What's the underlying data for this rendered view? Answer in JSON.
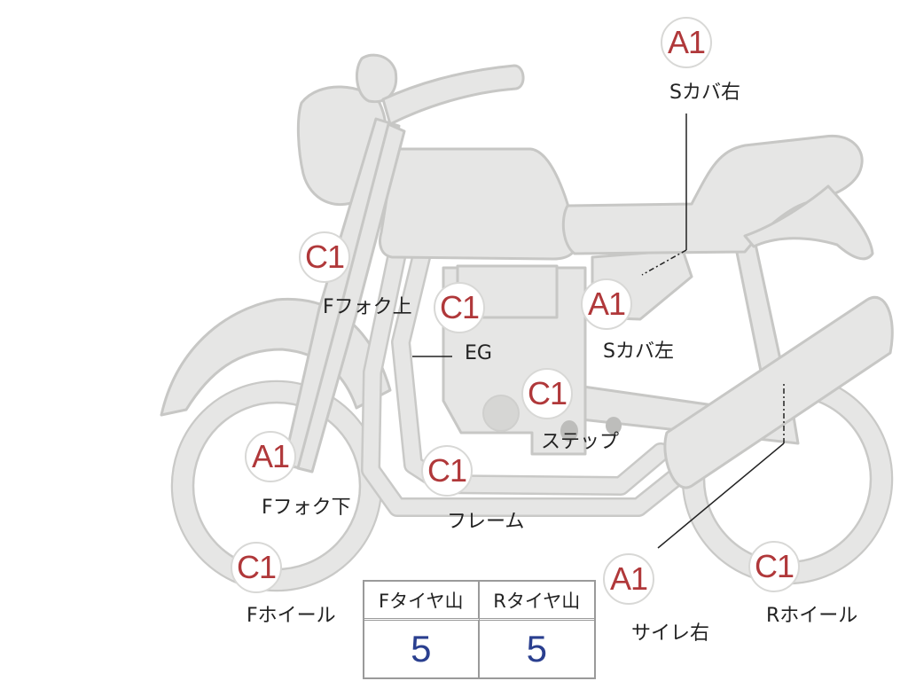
{
  "marks": {
    "s_cover_right": "A1",
    "f_fork_upper": "C1",
    "engine": "C1",
    "s_cover_left": "A1",
    "step": "C1",
    "f_fork_lower": "A1",
    "frame": "C1",
    "f_wheel": "C1",
    "muffler_right": "A1",
    "r_wheel": "C1"
  },
  "labels": {
    "s_cover_right": "Sカバ右",
    "f_fork_upper": "Fフォク上",
    "engine": "EG",
    "s_cover_left": "Sカバ左",
    "step": "ステップ",
    "f_fork_lower": "Fフォク下",
    "frame": "フレーム",
    "f_wheel": "Fホイール",
    "muffler_right": "サイレ右",
    "r_wheel": "Rホイール"
  },
  "tire_table": {
    "front_header": "Fタイヤ山",
    "rear_header": "Rタイヤ山",
    "front_value": "5",
    "rear_value": "5"
  },
  "colors": {
    "grade_mark": "#b0383a",
    "tire_value": "#2a3f8f",
    "bike_fill": "#e6e6e5"
  }
}
